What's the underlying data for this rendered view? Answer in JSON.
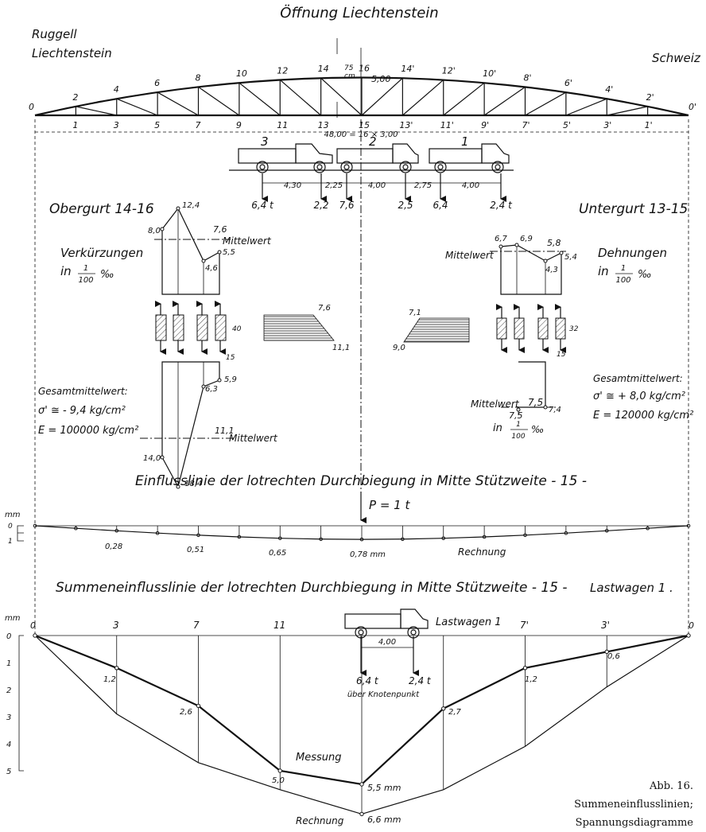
{
  "title": "Öffnung Liechtenstein",
  "side_left": [
    "Ruggell",
    "Liechtenstein"
  ],
  "side_right": "Schweiz",
  "top_nodes": [
    "2",
    "4",
    "6",
    "8",
    "10",
    "12",
    "14",
    "16",
    "14'",
    "12'",
    "10'",
    "8'",
    "6'",
    "4'",
    "2'"
  ],
  "bottom_nodes": [
    "1",
    "3",
    "5",
    "7",
    "9",
    "11",
    "13",
    "15",
    "13'",
    "11'",
    "9'",
    "7'",
    "5'",
    "3'",
    "1'"
  ],
  "end_left": "0",
  "end_right": "0'",
  "span_label": "48,00 = 16 × 3,00",
  "height_label": "5,00",
  "offset_label": "75",
  "offset_unit": "cm",
  "trucks": [
    "3",
    "2",
    "1"
  ],
  "truck_distances": [
    "4,30",
    "2,25",
    "4,00",
    "2,75",
    "4,00"
  ],
  "axle_loads": [
    "6,4 t",
    "2,2",
    "7,6",
    "2,5",
    "6,4",
    "2,4 t"
  ],
  "obergurt": {
    "title": "Obergurt 14-16",
    "subtitle_1": "Verkürzungen",
    "subtitle_2_prefix": "in",
    "frac_num": "1",
    "frac_den": "100",
    "unit": "‰",
    "values_top": [
      "8,0",
      "12,4",
      "7,6",
      "5,5",
      "4,6"
    ],
    "mittelwert": "Mittelwert",
    "values_bottom": [
      "5,9",
      "6,3",
      "11,1",
      "14,0",
      "18,4"
    ],
    "section_dims": [
      "40",
      "15"
    ],
    "hatch_values": [
      "7,6",
      "11,1"
    ],
    "gesamt_title": "Gesamtmittelwert:",
    "sigma": "σ' ≅ - 9,4 kg/cm²",
    "E": "E = 100000 kg/cm²"
  },
  "untergurt": {
    "title": "Untergurt 13-15",
    "subtitle_1": "Dehnungen",
    "subtitle_2_prefix": "in",
    "frac_num": "1",
    "frac_den": "100",
    "unit": "‰",
    "values_top": [
      "6,7",
      "6,9",
      "5,8",
      "4,3",
      "5,4"
    ],
    "mittelwert": "Mittelwert",
    "values_bottom": [
      "7,5",
      "7,5",
      "7,4"
    ],
    "section_dims": [
      "32",
      "15"
    ],
    "hatch_values": [
      "7,1",
      "9,0"
    ],
    "gesamt_title": "Gesamtmittelwert:",
    "sigma": "σ' ≅ + 8,0 kg/cm²",
    "E": "E = 120000 kg/cm²"
  },
  "influence": {
    "title": "Einflusslinie der lotrechten Durchbiegung in Mitte Stützweite - 15 -",
    "load": "P = 1 t",
    "unit": "mm",
    "ticks": [
      "0",
      "1"
    ],
    "values": [
      "0,28",
      "0,51",
      "0,65",
      "0,78 mm"
    ],
    "rechnung": "Rechnung"
  },
  "summe": {
    "title": "Summeneinflusslinie der lotrechten Durchbiegung in Mitte Stützweite - 15 -",
    "truck_ref": "Lastwagen 1 .",
    "truck_label": "Lastwagen 1",
    "truck_distance": "4,00",
    "axle_loads": [
      "6,4 t",
      "2,4 t"
    ],
    "axle_note": "über Knotenpunkt",
    "unit": "mm",
    "ticks": [
      "0",
      "1",
      "2",
      "3",
      "4",
      "5"
    ],
    "node_labels": [
      "3",
      "7",
      "11",
      "7'",
      "3'"
    ],
    "end_labels": [
      "0",
      "0"
    ],
    "measured_values": [
      "1,2",
      "2,6",
      "5,0",
      "5,5 mm",
      "2,7",
      "1,2",
      "0,6"
    ],
    "measured_label": "Messung",
    "computed_label": "Rechnung",
    "computed_value": "6,6 mm"
  },
  "caption": [
    "Abb. 16.",
    "Summeneinflusslinien;",
    "Spannungsdiagramme"
  ]
}
